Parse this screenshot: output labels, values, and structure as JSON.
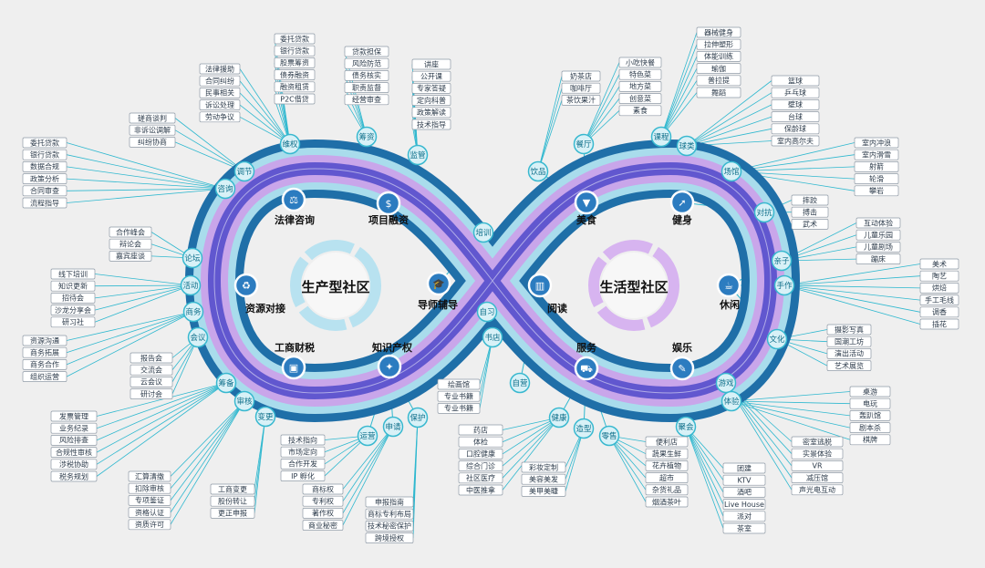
{
  "centers": {
    "left": "生产型社区",
    "right": "生活型社区"
  },
  "hubs": [
    {
      "key": "law",
      "label": "法律咨询",
      "icon": "scale-icon"
    },
    {
      "key": "finance",
      "label": "项目融资",
      "icon": "money-bag-icon"
    },
    {
      "key": "resource",
      "label": "资源对接",
      "icon": "recycle-icon"
    },
    {
      "key": "mentor",
      "label": "导师辅导",
      "icon": "graduation-cap-icon"
    },
    {
      "key": "tax",
      "label": "工商财税",
      "icon": "briefcase-icon"
    },
    {
      "key": "ip",
      "label": "知识产权",
      "icon": "lightbulb-icon"
    },
    {
      "key": "food",
      "label": "美食",
      "icon": "ice-cream-icon"
    },
    {
      "key": "fitness",
      "label": "健身",
      "icon": "runner-icon"
    },
    {
      "key": "reading",
      "label": "阅读",
      "icon": "book-icon"
    },
    {
      "key": "leisure",
      "label": "休闲",
      "icon": "coffee-cup-icon"
    },
    {
      "key": "service",
      "label": "服务",
      "icon": "shopping-cart-icon"
    },
    {
      "key": "entertain",
      "label": "娱乐",
      "icon": "microphone-icon"
    }
  ],
  "categories": [
    {
      "key": "weiquan",
      "label": "维权"
    },
    {
      "key": "choushi",
      "label": "筹资"
    },
    {
      "key": "jianguan",
      "label": "监管"
    },
    {
      "key": "tiaojie",
      "label": "调节"
    },
    {
      "key": "zixun",
      "label": "咨询"
    },
    {
      "key": "peixun",
      "label": "培训"
    },
    {
      "key": "luntan",
      "label": "论坛"
    },
    {
      "key": "huodong",
      "label": "活动"
    },
    {
      "key": "shangwu",
      "label": "商务"
    },
    {
      "key": "huiyi",
      "label": "会议"
    },
    {
      "key": "choubei",
      "label": "筹备"
    },
    {
      "key": "shenhe",
      "label": "审核"
    },
    {
      "key": "biangeng",
      "label": "变更"
    },
    {
      "key": "yunying",
      "label": "运营"
    },
    {
      "key": "shenqing",
      "label": "申请"
    },
    {
      "key": "baohu",
      "label": "保护"
    },
    {
      "key": "canting",
      "label": "餐厅"
    },
    {
      "key": "yinpin",
      "label": "饮品"
    },
    {
      "key": "kecheng",
      "label": "课程"
    },
    {
      "key": "qiulei",
      "label": "球类"
    },
    {
      "key": "changguan",
      "label": "场馆"
    },
    {
      "key": "duikang",
      "label": "对抗"
    },
    {
      "key": "qinzi",
      "label": "亲子"
    },
    {
      "key": "shouzuo",
      "label": "手作"
    },
    {
      "key": "wenhua",
      "label": "文化"
    },
    {
      "key": "zixi",
      "label": "自习"
    },
    {
      "key": "shuyou",
      "label": "书店"
    },
    {
      "key": "zixi2",
      "label": "自营"
    },
    {
      "key": "jiankang",
      "label": "健康"
    },
    {
      "key": "zaoxing",
      "label": "造型"
    },
    {
      "key": "lingshou",
      "label": "零售"
    },
    {
      "key": "juhui",
      "label": "聚会"
    },
    {
      "key": "youxi",
      "label": "游戏"
    },
    {
      "key": "tiyan",
      "label": "体验"
    }
  ],
  "leaf_groups": [
    {
      "key": "law-a",
      "items": [
        "法律援助",
        "合同纠纷",
        "民事相关",
        "诉讼处理",
        "劳动争议"
      ]
    },
    {
      "key": "law-b",
      "items": [
        "磋商谈判",
        "非诉讼调解",
        "纠纷协商"
      ]
    },
    {
      "key": "law-c",
      "items": [
        "委托贷款",
        "银行贷款",
        "数据合规",
        "政策分析",
        "合同审查",
        "流程指导"
      ]
    },
    {
      "key": "fin-a",
      "items": [
        "委托贷款",
        "银行贷款",
        "股票筹资",
        "债券融资",
        "融资租赁",
        "P2C借贷"
      ]
    },
    {
      "key": "fin-b",
      "items": [
        "贷款担保",
        "风险防范",
        "债务核实",
        "职责监督",
        "经营审查"
      ]
    },
    {
      "key": "mentor-a",
      "items": [
        "讲座",
        "公开课",
        "专家答疑",
        "定向科普",
        "政策解读",
        "技术指导"
      ]
    },
    {
      "key": "res-a",
      "items": [
        "合作峰会",
        "辩论会",
        "嘉宾座谈"
      ]
    },
    {
      "key": "res-b",
      "items": [
        "线下培训",
        "知识更新",
        "招待会",
        "沙龙分享会",
        "研习社"
      ]
    },
    {
      "key": "res-c",
      "items": [
        "资源沟通",
        "商务拓展",
        "商务合作",
        "组织运营"
      ]
    },
    {
      "key": "res-d",
      "items": [
        "报告会",
        "交流会",
        "云会议",
        "研讨会"
      ]
    },
    {
      "key": "tax-a",
      "items": [
        "发票管理",
        "业务纪录",
        "风险排查",
        "合规性审核",
        "涉税协助",
        "税务规划"
      ]
    },
    {
      "key": "tax-b",
      "items": [
        "汇算清缴",
        "扣除审核",
        "专项鉴证",
        "资格认证",
        "资质许可"
      ]
    },
    {
      "key": "tax-c",
      "items": [
        "工商变更",
        "股份转让",
        "更正申报"
      ]
    },
    {
      "key": "ip-a",
      "items": [
        "技术指向",
        "市场定向",
        "合作开发",
        "IP 孵化"
      ]
    },
    {
      "key": "ip-b",
      "items": [
        "商标权",
        "专利权",
        "著作权",
        "商业秘密"
      ]
    },
    {
      "key": "ip-c",
      "items": [
        "申报指南",
        "商标专利布局",
        "技术秘密保护",
        "跨境授权"
      ]
    },
    {
      "key": "food-a",
      "items": [
        "奶茶店",
        "咖啡厅",
        "茶饮果汁"
      ]
    },
    {
      "key": "food-b",
      "items": [
        "小吃快餐",
        "特色菜",
        "地方菜",
        "创意菜",
        "素食"
      ]
    },
    {
      "key": "fit-a",
      "items": [
        "器械健身",
        "拉伸塑形",
        "体能训练",
        "瑜伽",
        "普拉提",
        "舞蹈"
      ]
    },
    {
      "key": "fit-b",
      "items": [
        "篮球",
        "乒乓球",
        "壁球",
        "台球",
        "保龄球",
        "室内高尔夫"
      ]
    },
    {
      "key": "fit-c",
      "items": [
        "室内冲浪",
        "室内滑雪",
        "射箭",
        "轮滑",
        "攀岩"
      ]
    },
    {
      "key": "fit-d",
      "items": [
        "摔跤",
        "搏击",
        "武术"
      ]
    },
    {
      "key": "leis-a",
      "items": [
        "互动体验",
        "儿童乐园",
        "儿童剧场",
        "蹦床"
      ]
    },
    {
      "key": "leis-b",
      "items": [
        "美术",
        "陶艺",
        "烘焙",
        "手工毛线",
        "调香",
        "插花"
      ]
    },
    {
      "key": "leis-c",
      "items": [
        "摄影写真",
        "国潮工坊",
        "演出活动",
        "艺术展览"
      ]
    },
    {
      "key": "read-a",
      "items": [
        "绘画馆",
        "专业书籍",
        "专业书籍"
      ]
    },
    {
      "key": "serv-a",
      "items": [
        "药店",
        "体检",
        "口腔健康",
        "综合门诊",
        "社区医疗",
        "中医推拿"
      ]
    },
    {
      "key": "serv-b",
      "items": [
        "彩妆定制",
        "美容美发",
        "美甲美睫"
      ]
    },
    {
      "key": "serv-c",
      "items": [
        "便利店",
        "蔬果生鲜",
        "花卉植物",
        "超市",
        "杂货礼品",
        "烟酒茶叶"
      ]
    },
    {
      "key": "ent-a",
      "items": [
        "团建",
        "KTV",
        "酒吧",
        "Live House",
        "派对",
        "茶室"
      ]
    },
    {
      "key": "ent-b",
      "items": [
        "桌游",
        "电玩",
        "轰趴馆",
        "剧本杀",
        "棋牌"
      ]
    },
    {
      "key": "ent-c",
      "items": [
        "密室逃脱",
        "实景体验",
        "VR",
        "减压馆",
        "声光电互动"
      ]
    }
  ],
  "colors": {
    "outer_band": "#1f6fa8",
    "cyan_band": "#a9dcec",
    "purple_band": "#c9a6ea",
    "inner_band": "#6157cf",
    "hub_fill": "#2c7cc0",
    "leaf_fill": "#ffffff",
    "leaf_stroke": "#8f9aa6",
    "cat_fill": "#d8f1f7",
    "cat_stroke": "#38b8cf",
    "line": "#2fb8cf",
    "left_ring": "#b8e2f0",
    "right_ring": "#d7b4f0"
  }
}
